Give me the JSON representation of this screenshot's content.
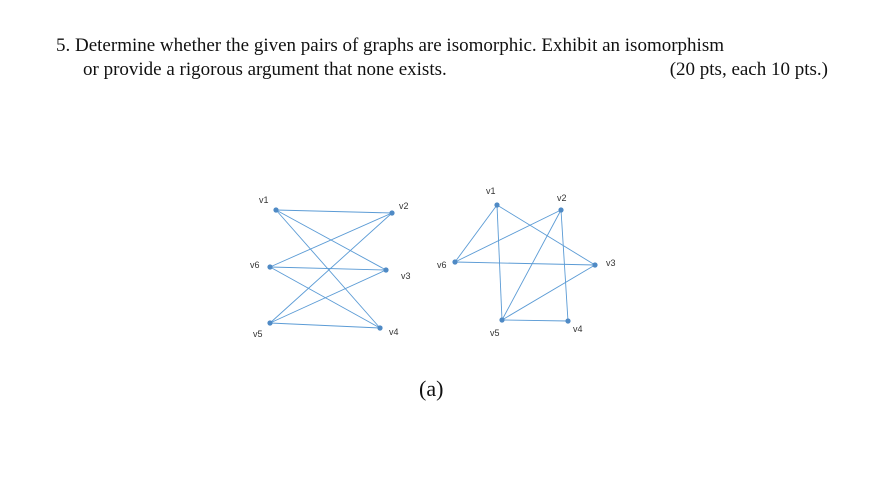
{
  "problem": {
    "number": "5.",
    "line1": "Determine whether the given pairs of graphs are isomorphic. Exhibit an isomorphism",
    "line2": "or provide a rigorous argument that none exists.",
    "points": "(20 pts, each 10 pts.)"
  },
  "figure": {
    "caption": "(a)",
    "graph_left": {
      "vertices": [
        {
          "id": "v1",
          "label": "v1"
        },
        {
          "id": "v2",
          "label": "v2"
        },
        {
          "id": "v3",
          "label": "v3"
        },
        {
          "id": "v4",
          "label": "v4"
        },
        {
          "id": "v5",
          "label": "v5"
        },
        {
          "id": "v6",
          "label": "v6"
        }
      ],
      "edges": [
        [
          "v1",
          "v2"
        ],
        [
          "v1",
          "v3"
        ],
        [
          "v1",
          "v4"
        ],
        [
          "v6",
          "v2"
        ],
        [
          "v6",
          "v3"
        ],
        [
          "v6",
          "v4"
        ],
        [
          "v5",
          "v2"
        ],
        [
          "v5",
          "v3"
        ],
        [
          "v5",
          "v4"
        ]
      ]
    },
    "graph_right": {
      "vertices": [
        {
          "id": "v1",
          "label": "v1"
        },
        {
          "id": "v2",
          "label": "v2"
        },
        {
          "id": "v3",
          "label": "v3"
        },
        {
          "id": "v4",
          "label": "v4"
        },
        {
          "id": "v5",
          "label": "v5"
        },
        {
          "id": "v6",
          "label": "v6"
        }
      ],
      "edges": [
        [
          "v1",
          "v6"
        ],
        [
          "v1",
          "v5"
        ],
        [
          "v1",
          "v3"
        ],
        [
          "v2",
          "v6"
        ],
        [
          "v2",
          "v4"
        ],
        [
          "v2",
          "v5"
        ],
        [
          "v6",
          "v3"
        ],
        [
          "v3",
          "v5"
        ],
        [
          "v5",
          "v4"
        ]
      ]
    },
    "colors": {
      "edge": "#5b9bd5",
      "vertex": "#4f8ac5"
    }
  }
}
